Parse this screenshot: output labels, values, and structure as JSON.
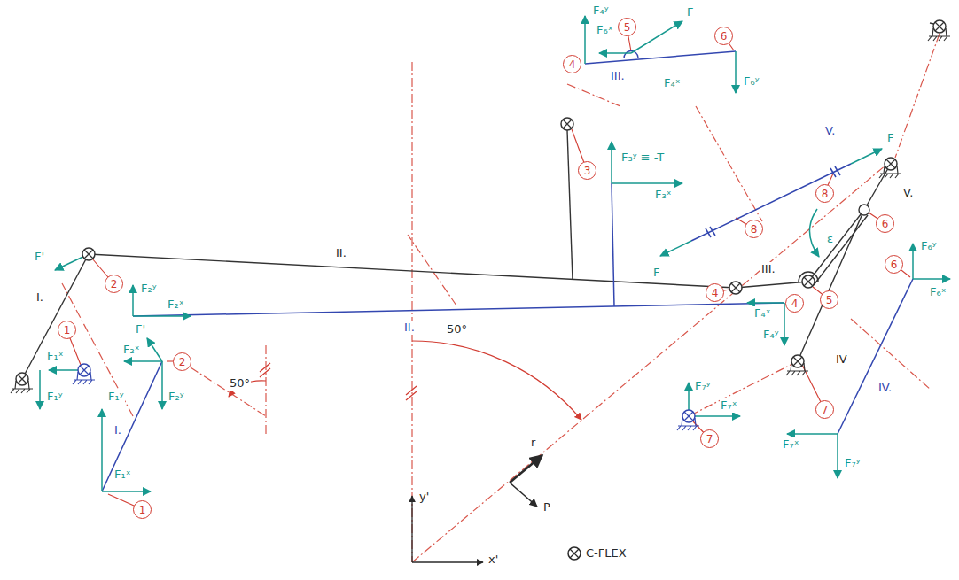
{
  "diagram": {
    "nodes": [
      {
        "text": [
          "5"
        ]
      },
      {
        "text": [
          "6"
        ]
      },
      {
        "text": [
          "4"
        ]
      },
      {
        "text": [
          "3"
        ]
      },
      {
        "text": [
          "8"
        ]
      },
      {
        "text": [
          "6"
        ]
      },
      {
        "text": [
          "8"
        ]
      },
      {
        "text": [
          "6"
        ]
      },
      {
        "text": [
          "2"
        ]
      },
      {
        "text": [
          "4"
        ]
      },
      {
        "text": [
          "4"
        ]
      },
      {
        "text": [
          "5"
        ]
      },
      {
        "text": [
          "1"
        ]
      },
      {
        "text": [
          "2"
        ]
      },
      {
        "text": [
          "7"
        ]
      },
      {
        "text": [
          "7"
        ]
      },
      {
        "text": [
          "1"
        ]
      }
    ],
    "labels": [
      "F₄ʸ",
      "F₆ˣ",
      "F",
      "III.",
      "F₄ˣ",
      "F₆ʸ",
      "V.",
      "F",
      "F₃ʸ ≡ -T",
      "V.",
      "F₃ˣ",
      "ε",
      "F₆ʸ",
      "F'",
      "II.",
      "F",
      "F₂ʸ",
      "F₆ˣ",
      "I.",
      "F₂ˣ",
      "III.",
      "F₄ˣ",
      "II.",
      "F'",
      "50°",
      "F₄ʸ",
      "F₁ˣ",
      "F₂ˣ",
      "IV",
      "50°",
      "F₁ʸ",
      "F₁ʸ",
      "F₂ʸ",
      "IV.",
      "F₇ʸ",
      "F₇ˣ",
      "I.",
      "r",
      "F₇ˣ",
      "F₇ʸ",
      "F₁ˣ",
      "P",
      "y'",
      "x'"
    ],
    "legend": [
      {
        "text": "C-FLEX"
      }
    ]
  }
}
